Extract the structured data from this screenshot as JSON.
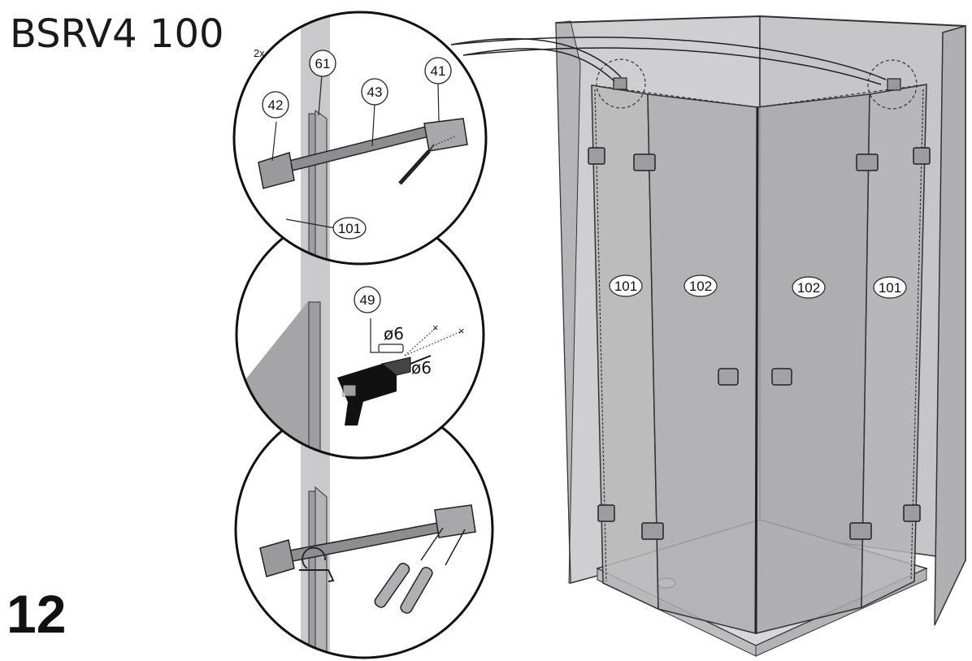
{
  "header": {
    "model": "BSRV4 100"
  },
  "step": {
    "number": "12"
  },
  "detail_top": {
    "quantity": "2x",
    "callouts": {
      "bracket": "42",
      "profile": "61",
      "rod": "43",
      "wall_mount": "41",
      "side_panel": "101"
    }
  },
  "detail_middle": {
    "callouts": {
      "anchor": "49"
    },
    "anchor_diameter": "ø6",
    "drill_diameter": "ø6"
  },
  "enclosure": {
    "panel_labels": {
      "left_fixed": "101",
      "left_door": "102",
      "right_door": "102",
      "right_fixed": "101"
    }
  },
  "colors": {
    "line": "#222222",
    "glass": "#b9b9bb",
    "wall": "#c9c9cb",
    "frame": "#9a9a9c"
  }
}
